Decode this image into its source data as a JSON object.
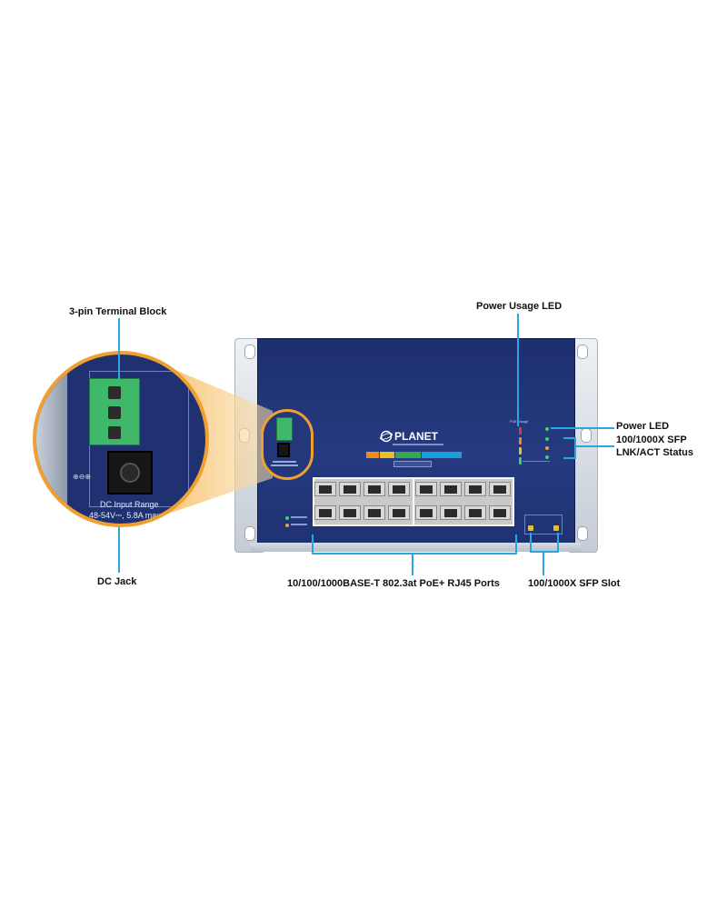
{
  "labels": {
    "terminal_block": "3-pin Terminal Block",
    "dc_jack": "DC Jack",
    "power_usage_led": "Power Usage LED",
    "power_led": "Power LED",
    "sfp_status_line1": "100/1000X SFP",
    "sfp_status_line2": "LNK/ACT Status",
    "rj45_ports": "10/100/1000BASE-T 802.3at PoE+ RJ45 Ports",
    "sfp_slot": "100/1000X SFP Slot"
  },
  "device": {
    "brand": "PLANET",
    "dc_input_title": "DC Input Range",
    "dc_input_value": "48-54V⎓, 5.8A max.",
    "power_usage_title": "PoE Usage",
    "rj45_port_count": 16,
    "sfp_slot_count": 2
  },
  "colors": {
    "annotation": "#2aa7e0",
    "highlight": "#f0a030",
    "panel": "#1f3170",
    "terminal": "#3fb86a"
  }
}
